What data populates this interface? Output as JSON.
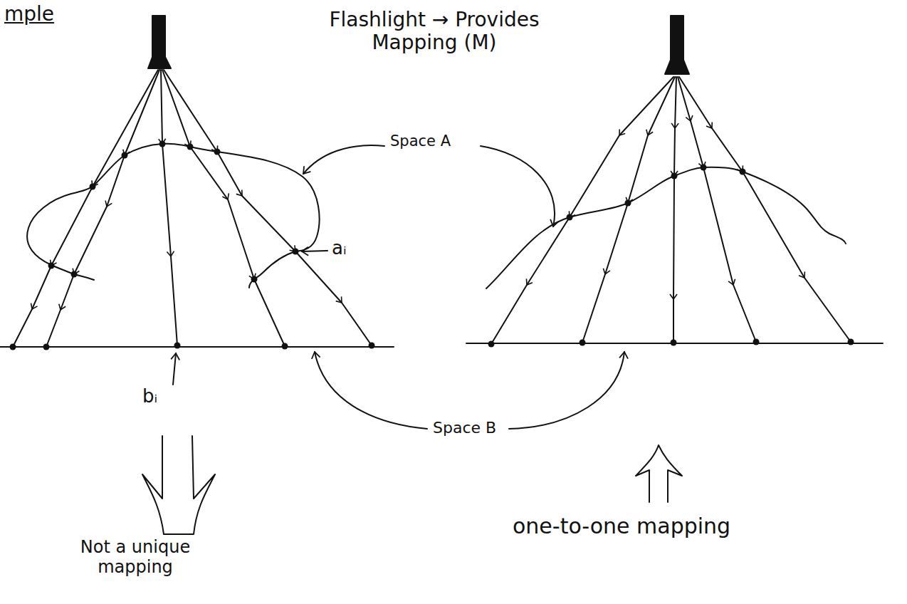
{
  "diagram": {
    "title": "Flashlight → Provides Mapping (M)",
    "labels": [
      "mple",
      "Space A",
      "aᵢ",
      "bᵢ",
      "Space B",
      "Not a unique mapping",
      "one-to-one mapping"
    ]
  }
}
